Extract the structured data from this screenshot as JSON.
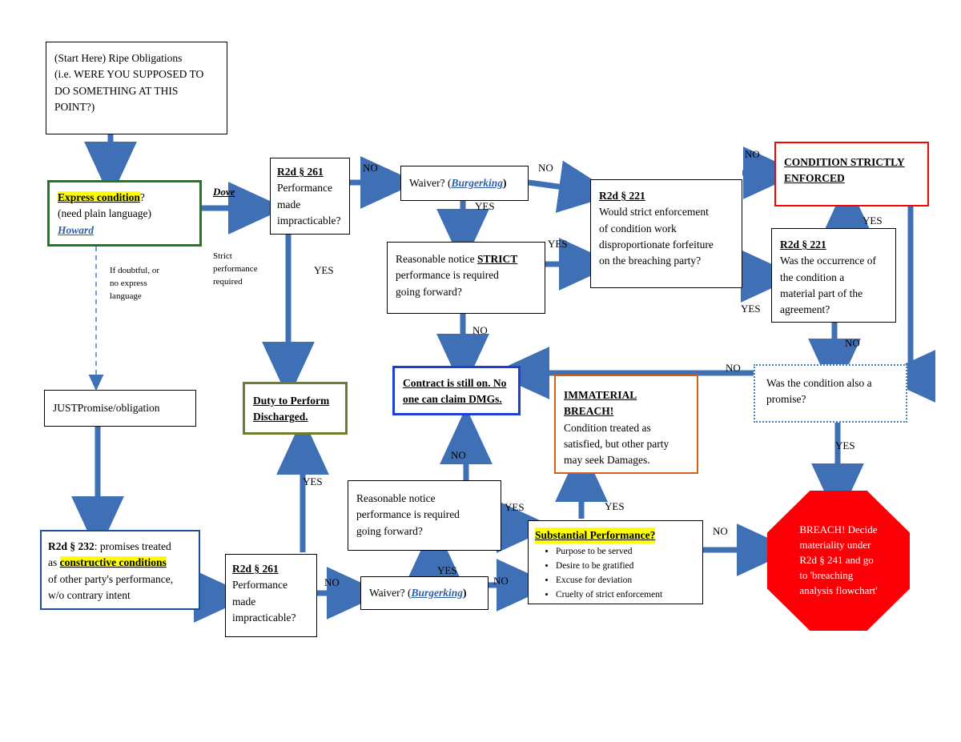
{
  "diagram": {
    "title": "Express Condition / Constructive Condition Analysis Flowchart",
    "colors": {
      "arrow_blue": "#3f6fb5",
      "green_border": "#1f7a1f",
      "olive_border": "#6b7e2e",
      "blue_border": "#1f3fd0",
      "navy_border": "#1f4e9c",
      "red_border": "#ff0000",
      "orange_border": "#d2601a",
      "dotted_border": "#4a7ebb",
      "stop_fill": "#fb0007",
      "highlight": "#ffff00"
    }
  },
  "nodes": {
    "start": {
      "line1": "(Start Here) Ripe Obligations",
      "line2": "(i.e. WERE YOU SUPPOSED TO",
      "line3": "DO SOMETHING AT THIS",
      "line4": "POINT?)"
    },
    "express_condition": {
      "term": "Express condition",
      "q": "?",
      "line2": "(need plain language)",
      "case": "Howard"
    },
    "r2d261_top": {
      "heading": "R2d § 261",
      "line1": "Performance",
      "line2": "made",
      "line3": "impracticable?"
    },
    "waiver_top": {
      "prefix": "Waiver? (",
      "case": "Burgerking",
      "suffix": ")"
    },
    "reasonable_strict": {
      "pre": "Reasonable notice ",
      "strong": "STRICT",
      "line2": "performance is required",
      "line3": "going forward?"
    },
    "r2d221_forfeiture": {
      "heading": "R2d § 221",
      "line1": "Would strict enforcement",
      "line2": "of condition work",
      "line3": "disproportionate forfeiture",
      "line4": "on the breaching party?"
    },
    "condition_enforced": {
      "line1": "CONDITION STRICTLY",
      "line2": "ENFORCED"
    },
    "r2d221_material": {
      "heading": "R2d § 221",
      "line1": "Was the occurrence of",
      "line2": "the condition a",
      "line3": "material part of the",
      "line4": "agreement?"
    },
    "also_promise": {
      "line1": "Was the condition also a",
      "line2": "promise?"
    },
    "contract_still_on": {
      "line1": "Contract is still on.  No",
      "line2": "one can claim DMGs."
    },
    "duty_discharged": {
      "line1": "Duty to Perform",
      "line2": "Discharged."
    },
    "just_promise": {
      "text": "JUSTPromise/obligation"
    },
    "r2d232": {
      "heading": "R2d § 232",
      "after_heading": ": promises treated",
      "line2_pre": "as ",
      "line2_hl": "constructive conditions",
      "line3": "of other party's performance,",
      "line4": "w/o  contrary intent"
    },
    "r2d261_bottom": {
      "heading": "R2d § 261",
      "line1": "Performance",
      "line2": "made",
      "line3": "impracticable?"
    },
    "reasonable_bottom": {
      "line1": "Reasonable notice",
      "line2": "performance is required",
      "line3": "going forward?"
    },
    "waiver_bottom": {
      "prefix": "Waiver? (",
      "case": "Burgerking",
      "suffix": ")"
    },
    "substantial_performance": {
      "heading": "Substantial Performance?",
      "bullets": [
        "Purpose to be served",
        "Desire to be gratified",
        "Excuse for deviation",
        "Cruelty of strict enforcement"
      ]
    },
    "immaterial_breach": {
      "heading": "IMMATERIAL BREACH!",
      "line1": "Condition treated as",
      "line2": "satisfied, but other party",
      "line3": "may seek Damages."
    },
    "breach_stop": {
      "line1": "BREACH! Decide",
      "line2": "materiality under",
      "line3": "R2d § 241 and go",
      "line4": "to 'breaching",
      "line5": "analysis flowchart'"
    }
  },
  "edge_labels": {
    "dove": "Dove",
    "strict_perf": "Strict\nperformance\nrequired",
    "if_doubtful": "If doubtful, or\nno express\nlanguage",
    "no_261_top": "NO",
    "yes_261_top": "YES",
    "no_waiver_top": "NO",
    "yes_waiver_top": "YES",
    "yes_strict": "YES",
    "no_strict": "NO",
    "no_forfeiture": "NO",
    "yes_forfeiture": "YES",
    "yes_material": "YES",
    "no_material": "NO",
    "no_promise_left": "NO",
    "yes_promise": "YES",
    "yes_232": "YES",
    "no_261_bottom": "NO",
    "yes_waiver_bottom": "YES",
    "no_waiver_bottom": "NO",
    "no_reasonable_bottom": "NO",
    "yes_reasonable_bottom": "YES",
    "yes_substantial": "YES",
    "no_substantial": "NO"
  }
}
